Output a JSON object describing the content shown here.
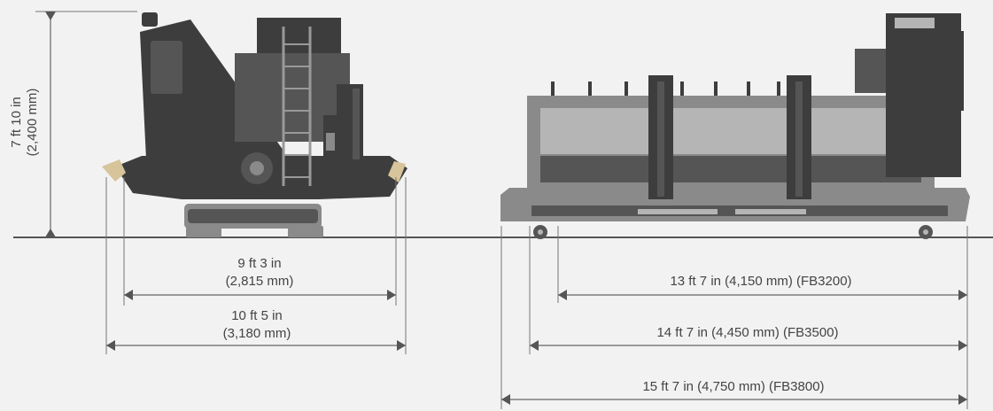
{
  "dimensions": {
    "height": {
      "line1": "7 ft 10 in",
      "line2": "(2,400 mm)"
    },
    "width_inner": {
      "line1": "9 ft 3 in",
      "line2": "(2,815 mm)"
    },
    "width_outer": {
      "line1": "10 ft 5 in",
      "line2": "(3,180 mm)"
    },
    "length_fb3200": "13 ft 7 in (4,150 mm) (FB3200)",
    "length_fb3500": "14 ft 7 in (4,450 mm) (FB3500)",
    "length_fb3800": "15 ft 7 in (4,750 mm) (FB3800)"
  },
  "colors": {
    "machine_dark": "#3d3d3d",
    "machine_light": "#b5b5b5",
    "wear_tip": "#d8c49a",
    "background": "#f2f2f2"
  }
}
